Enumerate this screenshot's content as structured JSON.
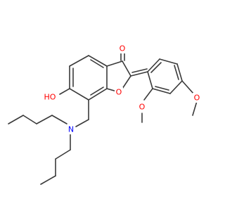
{
  "molecule": {
    "atom_labels": {
      "carbonyl_oxygen": "O",
      "furan_oxygen": "O",
      "hydroxyl": "HO",
      "amine_nitrogen": "N",
      "methoxy_oxygen_ortho": "O",
      "methoxy_oxygen_para": "O"
    },
    "colors": {
      "bond": "#3a3a3a",
      "oxygen": "#ff0000",
      "nitrogen": "#0000ff",
      "background": "#ffffff"
    }
  }
}
